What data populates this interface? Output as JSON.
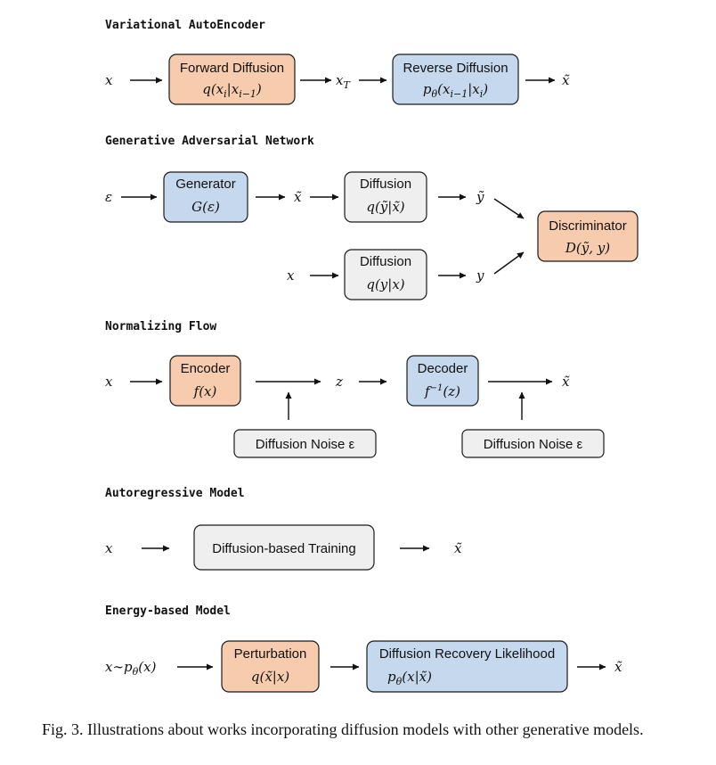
{
  "colors": {
    "orange": "#f7cbad",
    "blue": "#c5d8ee",
    "gray": "#efefef",
    "stroke": "#1a1a1a"
  },
  "sections": {
    "vae": {
      "title": "Variational AutoEncoder",
      "input": "x",
      "forward_title": "Forward Diffusion",
      "forward_formula": "q(xᵢ|xᵢ₋₁)",
      "latent": "x_T",
      "reverse_title": "Reverse Diffusion",
      "reverse_formula": "p_θ(xᵢ₋₁|xᵢ)",
      "output": "x̃"
    },
    "gan": {
      "title": "Generative Adversarial Network",
      "noise": "ε",
      "generator_title": "Generator",
      "generator_formula": "G(ε)",
      "fake": "x̃",
      "diffusion1_title": "Diffusion",
      "diffusion1_formula": "q(ỹ|x̃)",
      "fake_out": "ỹ",
      "real_in": "x",
      "diffusion2_title": "Diffusion",
      "diffusion2_formula": "q(y|x)",
      "real_out": "y",
      "discriminator_title": "Discriminator",
      "discriminator_formula": "D(ỹ, y)"
    },
    "flow": {
      "title": "Normalizing Flow",
      "input": "x",
      "encoder_title": "Encoder",
      "encoder_formula": "f(x)",
      "latent": "z",
      "decoder_title": "Decoder",
      "decoder_formula": "f⁻¹(z)",
      "output": "x̃",
      "noise1": "Diffusion Noise ε",
      "noise2": "Diffusion Noise ε"
    },
    "ar": {
      "title": "Autoregressive Model",
      "input": "x",
      "training_title": "Diffusion-based Training",
      "output": "x̃"
    },
    "ebm": {
      "title": "Energy-based Model",
      "input": "x∼p_θ(x)",
      "perturbation_title": "Perturbation",
      "perturbation_formula": "q(x̃|x)",
      "recovery_title": "Diffusion Recovery Likelihood",
      "recovery_formula": "p_θ(x|x̃)",
      "output": "x̃"
    }
  },
  "caption": "Fig. 3.  Illustrations about works incorporating diffusion models with other generative models."
}
